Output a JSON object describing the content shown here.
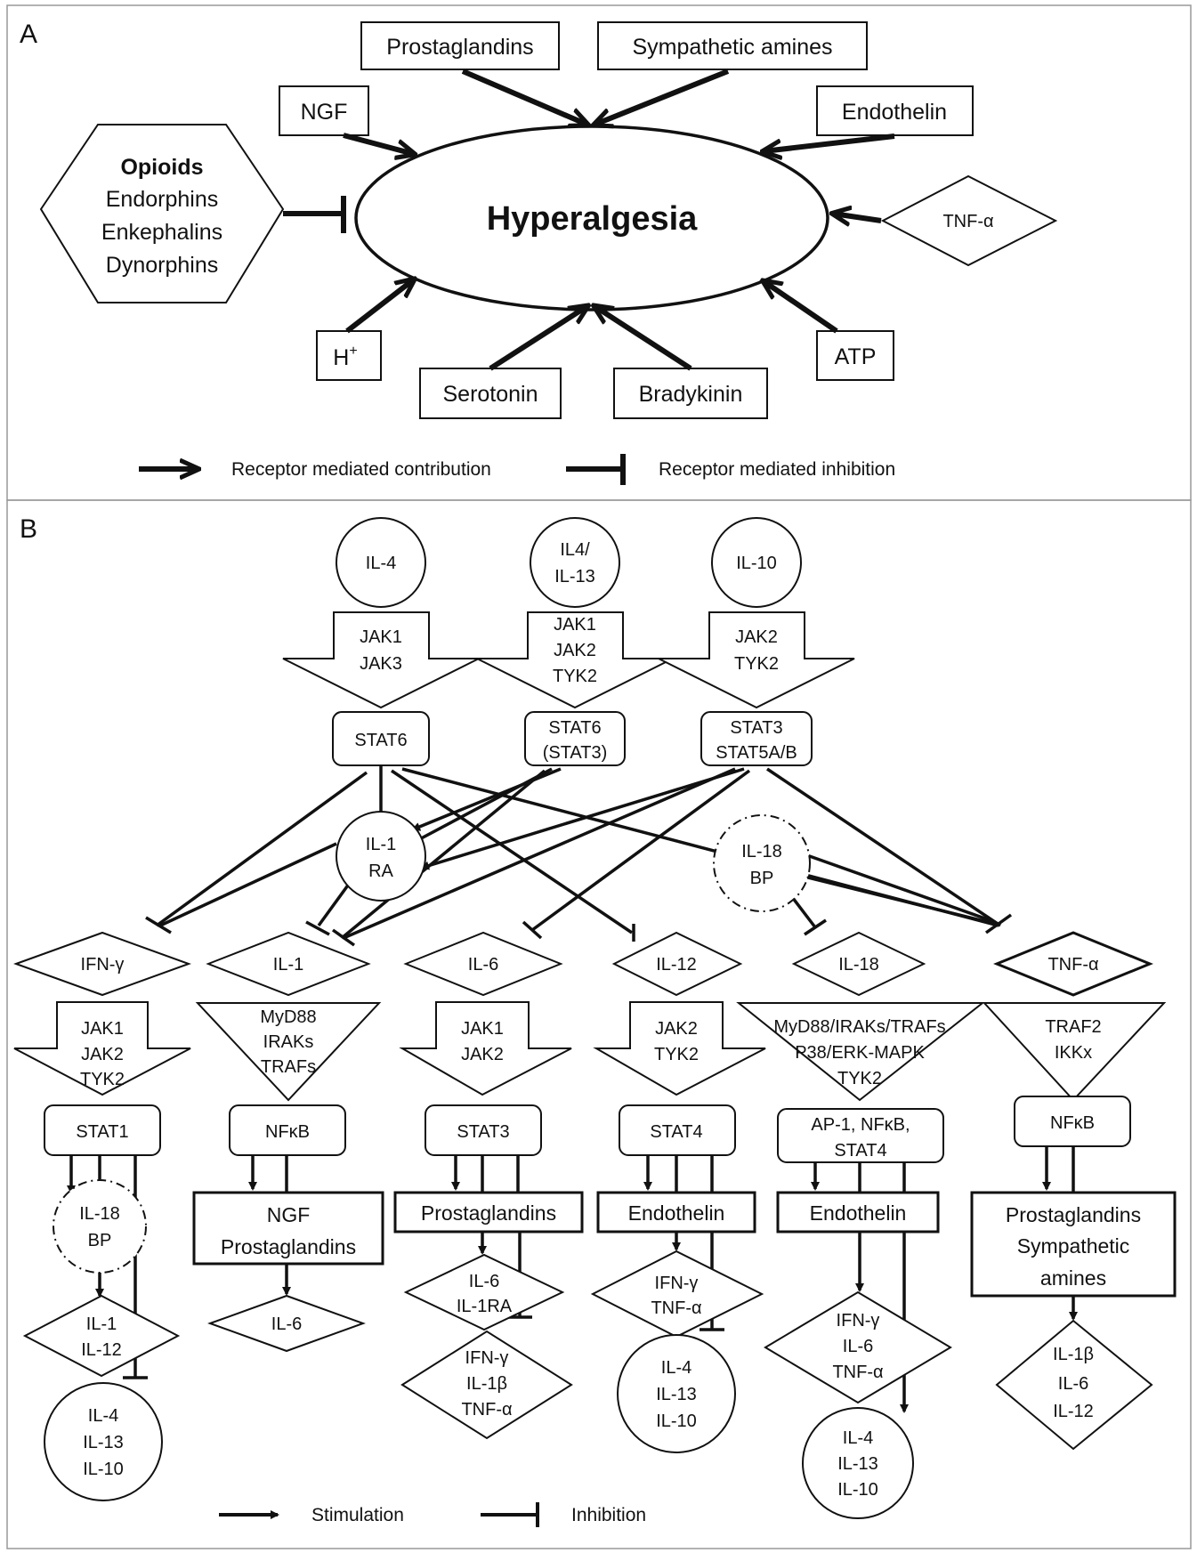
{
  "panel_a": {
    "label": "A",
    "center": "Hyperalgesia",
    "opioids": {
      "title": "Opioids",
      "items": [
        "Endorphins",
        "Enkephalins",
        "Dynorphins"
      ]
    },
    "sources": {
      "prostaglandins": "Prostaglandins",
      "sympathetic_amines": "Sympathetic amines",
      "ngf": "NGF",
      "endothelin": "Endothelin",
      "tnfa": "TNF-α",
      "h_plus": "H",
      "h_plus_sup": "+",
      "atp": "ATP",
      "serotonin": "Serotonin",
      "bradykinin": "Bradykinin"
    },
    "legend": {
      "contribution": "Receptor mediated contribution",
      "inhibition": "Receptor mediated inhibition"
    }
  },
  "panel_b": {
    "label": "B",
    "top": {
      "il4": "IL-4",
      "il4_il13": [
        "IL4/",
        "IL-13"
      ],
      "il10": "IL-10",
      "jak_il4": [
        "JAK1",
        "JAK3"
      ],
      "jak_il4_il13": [
        "JAK1",
        "JAK2",
        "TYK2"
      ],
      "jak_il10": [
        "JAK2",
        "TYK2"
      ],
      "stat_il4": [
        "STAT6"
      ],
      "stat_il4_il13": [
        "STAT6",
        "(STAT3)"
      ],
      "stat_il10": [
        "STAT3",
        "STAT5A/B"
      ],
      "il1ra": [
        "IL-1",
        "RA"
      ],
      "il18bp": [
        "IL-18",
        "BP"
      ]
    },
    "columns": {
      "ifng": {
        "cytokine": "IFN-γ",
        "kinases": [
          "JAK1",
          "JAK2",
          "TYK2"
        ],
        "stat": [
          "STAT1"
        ],
        "mid": [
          "IL-18",
          "BP"
        ],
        "diamond": [
          "IL-1",
          "IL-12"
        ],
        "circle": [
          "IL-4",
          "IL-13",
          "IL-10"
        ]
      },
      "il1": {
        "cytokine": "IL-1",
        "adaptors": [
          "MyD88",
          "IRAKs",
          "TRAFs"
        ],
        "tf": [
          "NFκB"
        ],
        "mediators": [
          "NGF",
          "Prostaglandins"
        ],
        "diamond": [
          "IL-6"
        ]
      },
      "il6": {
        "cytokine": "IL-6",
        "kinases": [
          "JAK1",
          "JAK2"
        ],
        "stat": [
          "STAT3"
        ],
        "mediators": [
          "Prostaglandins"
        ],
        "diamond1": [
          "IL-6",
          "IL-1RA"
        ],
        "diamond2": [
          "IFN-γ",
          "IL-1β",
          "TNF-α"
        ]
      },
      "il12": {
        "cytokine": "IL-12",
        "kinases": [
          "JAK2",
          "TYK2"
        ],
        "stat": [
          "STAT4"
        ],
        "mediators": [
          "Endothelin"
        ],
        "diamond": [
          "IFN-γ",
          "TNF-α"
        ],
        "circle": [
          "IL-4",
          "IL-13",
          "IL-10"
        ]
      },
      "il18": {
        "cytokine": "IL-18",
        "adaptors": [
          "MyD88/IRAKs/TRAFs",
          "P38/ERK-MAPK",
          "TYK2"
        ],
        "tf": [
          "AP-1, NFκB,",
          "STAT4"
        ],
        "mediators": [
          "Endothelin"
        ],
        "diamond": [
          "IFN-γ",
          "IL-6",
          "TNF-α"
        ],
        "circle": [
          "IL-4",
          "IL-13",
          "IL-10"
        ]
      },
      "tnfa": {
        "cytokine": "TNF-α",
        "adaptors": [
          "TRAF2",
          "IKKx"
        ],
        "tf": [
          "NFκB"
        ],
        "mediators": [
          "Prostaglandins",
          "Sympathetic",
          "amines"
        ],
        "diamond": [
          "IL-1β",
          "IL-6",
          "IL-12"
        ]
      }
    },
    "legend": {
      "stimulation": "Stimulation",
      "inhibition": "Inhibition"
    }
  }
}
